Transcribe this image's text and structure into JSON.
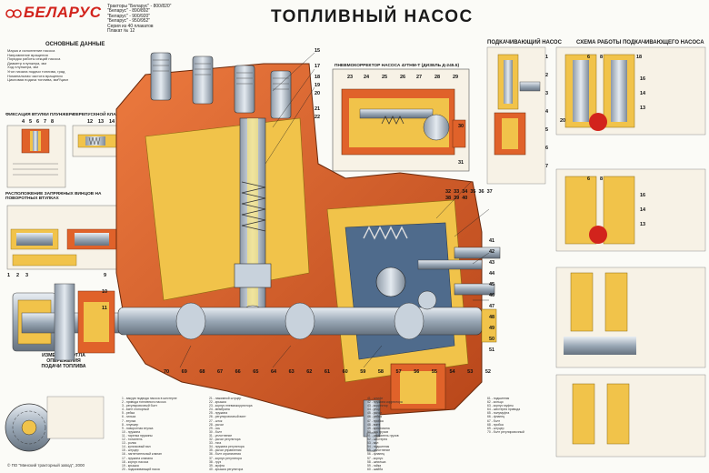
{
  "brand": {
    "name": "БЕЛАРУС"
  },
  "header": {
    "models": "Тракторы \"Беларус\" - 800/820\"\n\"Беларус\" - 890/892\"\n\"Беларус\" - 900/920\"\n\"Беларус\" - 950/952\"\nСерия из 40 плакатов\nПлакат № 12",
    "title": "ТОПЛИВНЫЙ НАСОС"
  },
  "sections": {
    "main_data": "ОСНОВНЫЕ ДАННЫЕ",
    "plunger_fix": "ФИКСАЦИЯ ВТУЛКИ ПЛУНЖЕРА",
    "bypass_valve": "ПЕРЕПУСКНОЙ КЛАПАН",
    "roller_location": "РАСПОЛОЖЕНИЕ ЗАПРЯЖНЫХ ВИНЦОВ НА ПОВОРОТНЫХ ВТУЛКАХ",
    "advance_change": "ИЗМЕНЕНИЕ УГЛА ОПЕРЕЖЕНИЯ ПОДАЧИ ТОПЛИВА",
    "pneumo": "ПНЕВМОКОРРЕКТОР НАСОСА 4УТНМ-Т (ДИЗЕЛЬ Д-245.5)",
    "feed_pump": "ПОДКАЧИВАЮЩИЙ НАСОС",
    "feed_scheme": "СХЕМА РАБОТЫ ПОДКАЧИВАЮЩЕГО НАСОСА"
  },
  "footer": {
    "text": "© ПО \"Минский тракторный завод\", 2000"
  },
  "main_data_lines": [
    "Марка и исполнение насоса",
    "Направление вращения",
    "Порядок работы секций насоса",
    "Диаметр плунжера, мм",
    "Ход плунжера, мм",
    "Угол начала подачи топлива, град",
    "Номинальная частота вращения",
    "Цикловая подача топлива, мм³/цикл"
  ],
  "callouts": {
    "top_row": [
      "15",
      "17",
      "18",
      "19",
      "20",
      "21",
      "22"
    ],
    "plunger_fix_nums": [
      "4",
      "5",
      "6",
      "7",
      "8"
    ],
    "bypass_nums": [
      "12",
      "13",
      "14"
    ],
    "left_side": [
      "1",
      "2",
      "3",
      "9",
      "10",
      "11"
    ],
    "pneumo_top": [
      "23",
      "24",
      "25",
      "26",
      "27",
      "28",
      "29"
    ],
    "pneumo_side": [
      "30",
      "31"
    ],
    "right_main": [
      "32",
      "33",
      "34",
      "35",
      "36",
      "37",
      "38",
      "39",
      "40",
      "41",
      "42",
      "43",
      "44",
      "45",
      "46",
      "47",
      "48",
      "49",
      "50",
      "51"
    ],
    "bottom_row": [
      "70",
      "69",
      "68",
      "67",
      "66",
      "65",
      "64",
      "63",
      "62",
      "61",
      "60",
      "59",
      "58",
      "57",
      "56",
      "55",
      "54",
      "53",
      "52"
    ],
    "feed_pump_nums": [
      "1",
      "2",
      "3",
      "4",
      "5",
      "6",
      "7"
    ],
    "scheme_nums": [
      "6",
      "8",
      "18",
      "16",
      "14",
      "13",
      "20",
      "6",
      "8",
      "16",
      "14",
      "13"
    ]
  },
  "legend_col1": [
    "1 - вакуум подвода насоса в шестерне",
    "2 - привода топливного насоса",
    "3 - регулировочный болт",
    "4 - винт стопорный",
    "5 - рейка",
    "6 - гильза",
    "7 - втулка",
    "8 - плунжер",
    "9 - поворотная втулка",
    "10 - пружина",
    "11 - тарелка пружины",
    "12 - толкатель",
    "13 - ролик",
    "14 - кулачковый вал",
    "15 - штуцер",
    "16 - нагнетательный клапан",
    "17 - пружина клапана",
    "18 - корпус насоса",
    "19 - крышка",
    "20 - подкачивающий насос"
  ],
  "legend_col2": [
    "21 - нажимной штуцер",
    "22 - крышка",
    "23 - корпус пневмокорректора",
    "24 - мембрана",
    "25 - пружина",
    "26 - регулировочный винт",
    "27 - шток",
    "28 - рычаг",
    "29 - ось",
    "30 - болт",
    "31 - уплотнение",
    "32 - рычаг регулятора",
    "33 - тяга",
    "34 - пружина регулятора",
    "35 - рычаг управления",
    "36 - болт ограничения",
    "37 - корпус регулятора",
    "38 - груз",
    "39 - муфта",
    "40 - крышка регулятора"
  ],
  "legend_col3": [
    "41 - штифт",
    "42 - пружина корректора",
    "43 - корректор",
    "44 - упор",
    "45 - рычаг",
    "46 - рейка",
    "47 - пробка",
    "48 - винт",
    "49 - крестовина",
    "50 - ось грузов",
    "51 - держатель грузов",
    "52 - шестерня",
    "53 - вал",
    "54 - подшипник",
    "55 - уплотнение",
    "56 - фланец",
    "57 - корпус",
    "58 - шпилька",
    "59 - гайка",
    "60 - шайба"
  ],
  "legend_col4": [
    "61 - подшипник",
    "62 - кольцо",
    "63 - корпус муфты",
    "64 - шестерня привода",
    "65 - полумуфта",
    "66 - фланец",
    "67 - болт",
    "68 - пробка",
    "69 - штуцер",
    "70 - болт регулировочный"
  ],
  "colors": {
    "housing": "#e0622a",
    "housing_dark": "#b8461a",
    "cutaway": "#f1c34a",
    "steel": "#c8d2dc",
    "steel_dark": "#7d8a98",
    "shaft": "#a9b6c3",
    "inner": "#4f6b8c",
    "fuel": "#f6e27a",
    "accent_red": "#d2231c"
  }
}
